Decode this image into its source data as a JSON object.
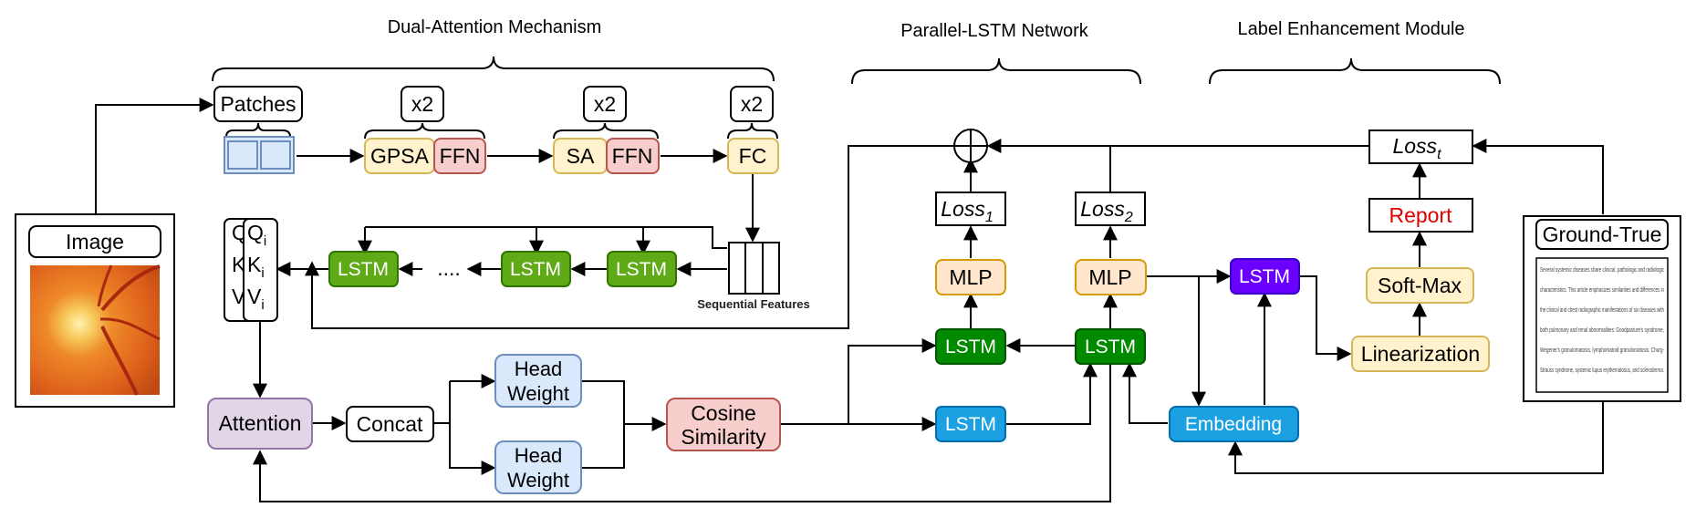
{
  "sections": {
    "dual_attention": "Dual-Attention Mechanism",
    "parallel_lstm": "Parallel-LSTM Network",
    "label_enhancement": "Label Enhancement Module"
  },
  "image_box": {
    "label": "Image",
    "icon": "fundus-image"
  },
  "ground_truth": {
    "label": "Ground-True",
    "lines": [
      "Several systemic diseases share clinical, pathologic and radiologic",
      "characteristics. This article emphasizes similarities and differences in",
      "the clinical and chest radiographic manifestations of six diseases with",
      "both pulmonary and renal abnormalities: Goodpasture's syndrome,",
      "Wegener's granulomatosis, lymphomatoid granulomatosis, Churg-",
      "Strauss syndrome, systemic lupus erythematosus, and scleroderma."
    ]
  },
  "dual_attention": {
    "patches": "Patches",
    "repeat1": "x2",
    "repeat2": "x2",
    "repeat3": "x2",
    "gpsa": "GPSA",
    "ffn1": "FFN",
    "sa": "SA",
    "ffn2": "FFN",
    "fc": "FC",
    "sequential_features": "Sequential Features",
    "lstm_a": "LSTM",
    "lstm_b": "LSTM",
    "lstm_c": "LSTM",
    "ellipsis": "....",
    "qkv_back": {
      "q": "Q",
      "k": "K",
      "v": "V"
    },
    "qkv_front": {
      "q": "Q",
      "k": "K",
      "v": "V",
      "sub": "i"
    },
    "attention": "Attention",
    "concat": "Concat",
    "head_weight_1": [
      "Head",
      "Weight"
    ],
    "head_weight_2": [
      "Head",
      "Weight"
    ],
    "cosine_similarity": [
      "Cosine",
      "Similarity"
    ]
  },
  "parallel_lstm": {
    "loss1": {
      "base": "Loss",
      "sub": "1"
    },
    "loss2": {
      "base": "Loss",
      "sub": "2"
    },
    "mlp1": "MLP",
    "mlp2": "MLP",
    "lstm_left": "LSTM",
    "lstm_right": "LSTM",
    "lstm_blue": "LSTM",
    "sum_symbol": "plus-circle"
  },
  "label_enhancement": {
    "loss_t": {
      "base": "Loss",
      "sub": "t"
    },
    "report": "Report",
    "softmax": "Soft-Max",
    "linearization": "Linearization",
    "lstm_purple": "LSTM",
    "embedding": "Embedding"
  },
  "colors": {
    "yellow_fill": "#fff2cc",
    "yellow_stroke": "#d6b656",
    "red_fill": "#f8cecc",
    "red_stroke": "#b85450",
    "blue_fill": "#dae8fc",
    "blue_stroke": "#6c8ebf",
    "purple_fill": "#e1d5e7",
    "purple_stroke": "#9673a6",
    "orange_fill": "#ffe6cc",
    "orange_stroke": "#d79b00",
    "green_light": "#60a917",
    "green_dark": "#008a00",
    "lstm_blue": "#1ba1e2",
    "lstm_purple": "#6a00ff",
    "report_red": "#e00000"
  }
}
